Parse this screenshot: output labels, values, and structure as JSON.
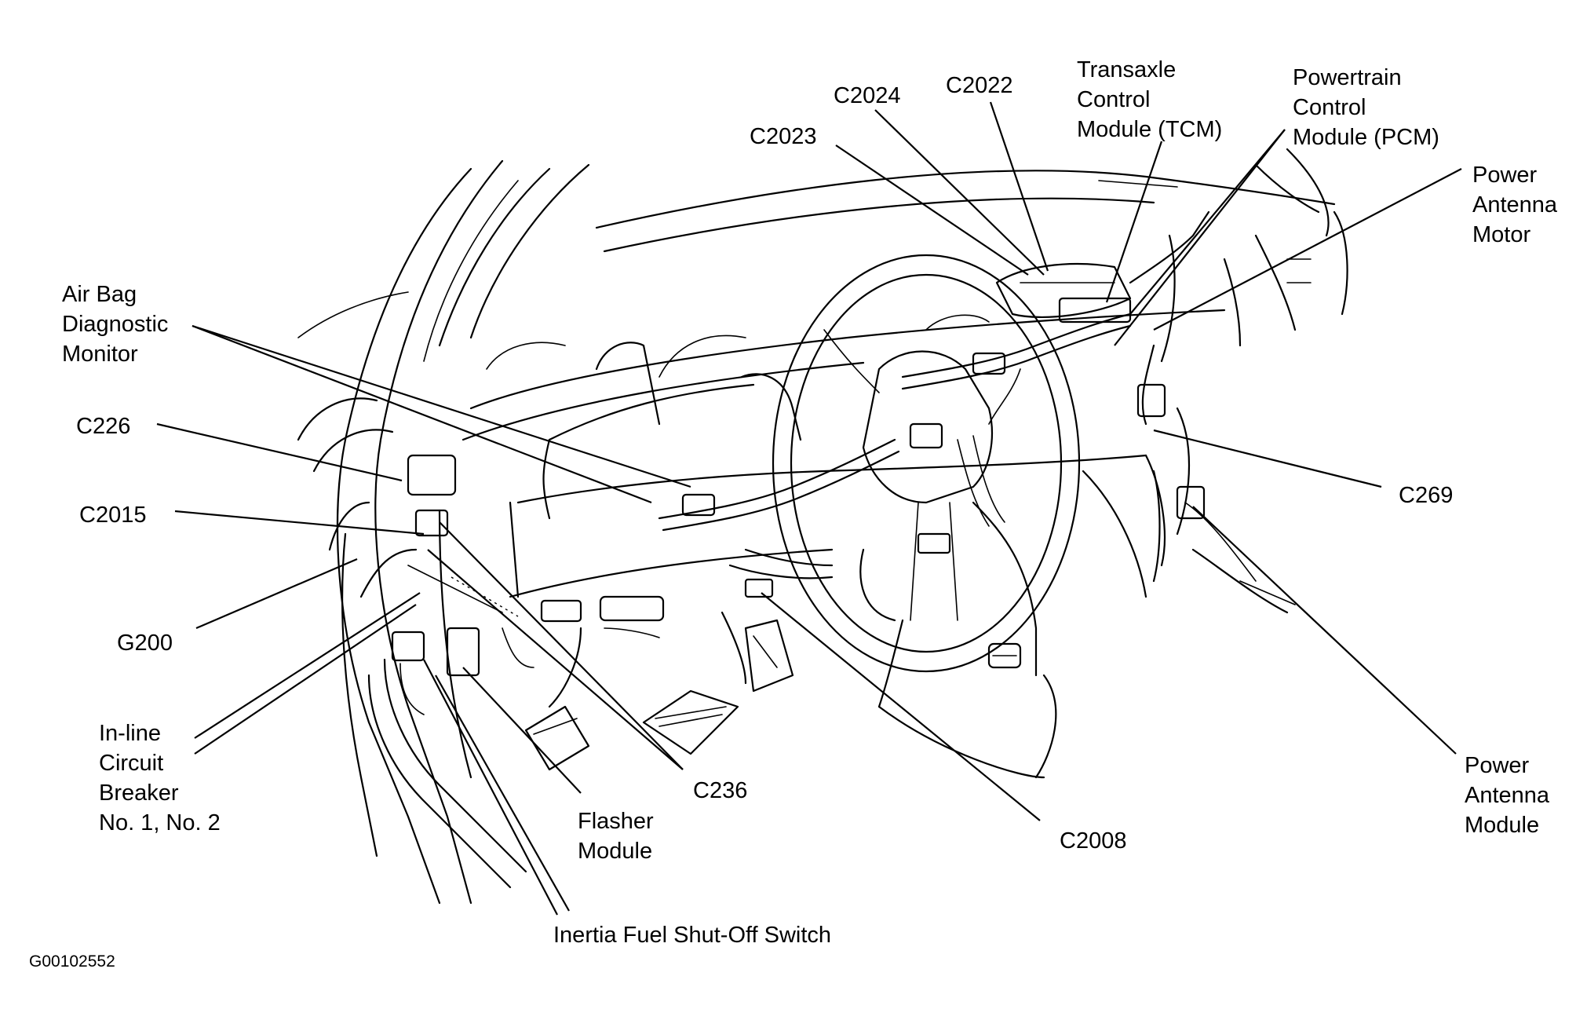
{
  "labels": {
    "c2024": "C2024",
    "c2022": "C2022",
    "tcm_1": "Transaxle",
    "tcm_2": "Control",
    "tcm_3": "Module (TCM)",
    "pcm_1": "Powertrain",
    "pcm_2": "Control",
    "pcm_3": "Module (PCM)",
    "c2023": "C2023",
    "antenna_motor_1": "Power",
    "antenna_motor_2": "Antenna",
    "antenna_motor_3": "Motor",
    "airbag_1": "Air Bag",
    "airbag_2": "Diagnostic",
    "airbag_3": "Monitor",
    "c226": "C226",
    "c2015": "C2015",
    "c269": "C269",
    "g200": "G200",
    "breaker_1": "In-line",
    "breaker_2": "Circuit",
    "breaker_3": "Breaker",
    "breaker_4": "No. 1, No. 2",
    "c236": "C236",
    "flasher_1": "Flasher",
    "flasher_2": "Module",
    "c2008": "C2008",
    "antenna_module_1": "Power",
    "antenna_module_2": "Antenna",
    "antenna_module_3": "Module",
    "inertia": "Inertia Fuel Shut-Off Switch",
    "figure_id": "G00102552"
  }
}
